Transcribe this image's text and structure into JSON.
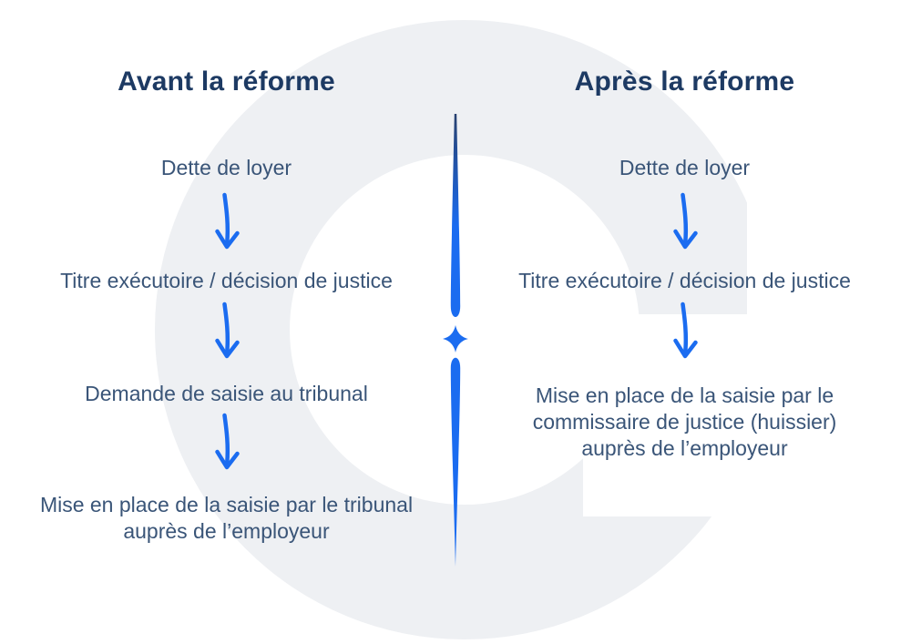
{
  "theme": {
    "background": "#ffffff",
    "watermark": "#eef0f3",
    "accent_blue": "#1b6cf0",
    "divider_top_navy": "#27406e",
    "heading_color": "#1d3a63",
    "body_color": "#3a5578"
  },
  "left_column": {
    "title": "Avant la réforme",
    "steps": [
      "Dette de loyer",
      "Titre exécutoire / décision de justice",
      "Demande de saisie au tribunal",
      "Mise en place de la saisie par le tribunal auprès de l’employeur"
    ]
  },
  "right_column": {
    "title": "Après la réforme",
    "steps": [
      "Dette de loyer",
      "Titre exécutoire / décision de justice",
      "Mise en place de la saisie par le commissaire de justice (huissier) auprès de l’employeur"
    ]
  }
}
